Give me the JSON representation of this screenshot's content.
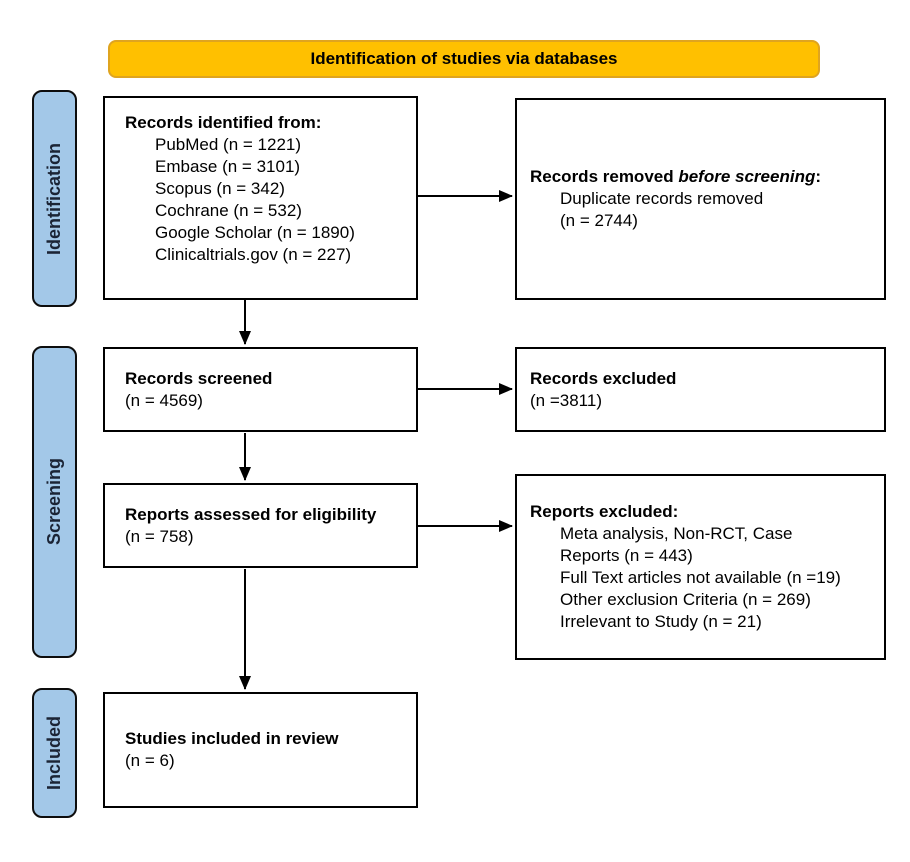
{
  "banner": {
    "label": "Identification of studies via databases"
  },
  "colors": {
    "banner_fill": "#FFC000",
    "banner_border": "#DFA41F",
    "stage_fill": "#A3C8E8",
    "stage_border": "#0d0d0d",
    "box_border": "#000000",
    "arrow": "#000000",
    "text": "#000000"
  },
  "stages": [
    {
      "label": "Identification"
    },
    {
      "label": "Screening"
    },
    {
      "label": "Included"
    }
  ],
  "boxes": {
    "records_identified": {
      "heading": "Records identified from:",
      "items": [
        "PubMed (n = 1221)",
        "Embase (n = 3101)",
        "Scopus (n = 342)",
        "Cochrane (n = 532)",
        "Google Scholar (n = 1890)",
        "Clinicaltrials.gov (n = 227)"
      ]
    },
    "records_removed": {
      "heading_prefix": "Records removed ",
      "heading_italic": "before screening",
      "heading_suffix": ":",
      "items": [
        "Duplicate records removed",
        "(n = 2744)"
      ]
    },
    "records_screened": {
      "heading": "Records screened",
      "count": "(n = 4569)"
    },
    "records_excluded": {
      "heading": "Records excluded",
      "count": "(n =3811)"
    },
    "reports_assessed": {
      "heading": "Reports assessed for eligibility",
      "count": "(n = 758)"
    },
    "reports_excluded": {
      "heading": "Reports excluded:",
      "items": [
        "Meta analysis, Non-RCT, Case\nReports (n = 443)",
        "Full Text articles not available (n =19)",
        "Other exclusion Criteria (n = 269)",
        "Irrelevant to Study (n = 21)"
      ]
    },
    "studies_included": {
      "heading": "Studies included in review",
      "count": "(n = 6)"
    }
  }
}
